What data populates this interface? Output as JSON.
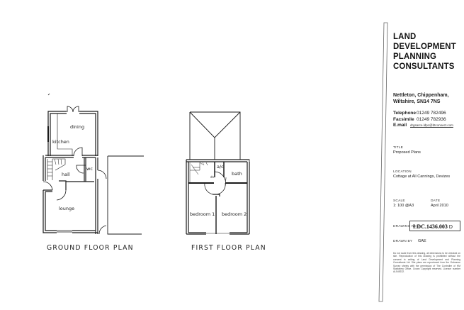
{
  "ground_floor": {
    "label": "GROUND FLOOR PLAN",
    "rooms": [
      "dining",
      "kitchen",
      "hall",
      "wc",
      "lounge"
    ]
  },
  "first_floor": {
    "label": "FIRST FLOOR PLAN",
    "rooms": [
      "a/c",
      "bath",
      "bedroom 1",
      "bedroom 2"
    ],
    "small_label": "dn"
  },
  "title_block": {
    "firm_lines": [
      "LAND",
      "DEVELOPMENT",
      "PLANNING",
      "CONSULTANTS"
    ],
    "address_lines": [
      "Nettleton, Chippenham,",
      "Wiltshire, SN14 7NS"
    ],
    "telephone_label": "Telephone",
    "telephone": "01249 782496",
    "facsimile_label": "Facsimile",
    "facsimile": "01249 782936",
    "email_label": "E.mail",
    "email": "drgsarce.ldpc@btconnect.com",
    "title_label": "TITLE",
    "title_value": "Proposed Plans",
    "location_label": "LOCATION",
    "location_value": "Cottage at All Cannings, Devizes",
    "scale_label": "SCALE",
    "scale_value": "1: 100 @A3",
    "date_label": "DATE",
    "date_value": "April 2010",
    "drawing_no_label": "DRAWING NO.",
    "drawing_no": "LDC.1436.003",
    "revision": "D",
    "drawn_by_label": "DRAWN BY",
    "drawn_by": "GAE",
    "disclaimer": "Do not scale from this drawing, all dimensions to be checked on site. Reproduction of this drawing is prohibited without the consent in writing of Land Development and Planning Consultants Ltd. Site plans are reproduced from the Ordnance Survey sheets with the permission of The Controller of HM Stationery Office. Crown Copyright reserved. Licence number AL549232."
  }
}
